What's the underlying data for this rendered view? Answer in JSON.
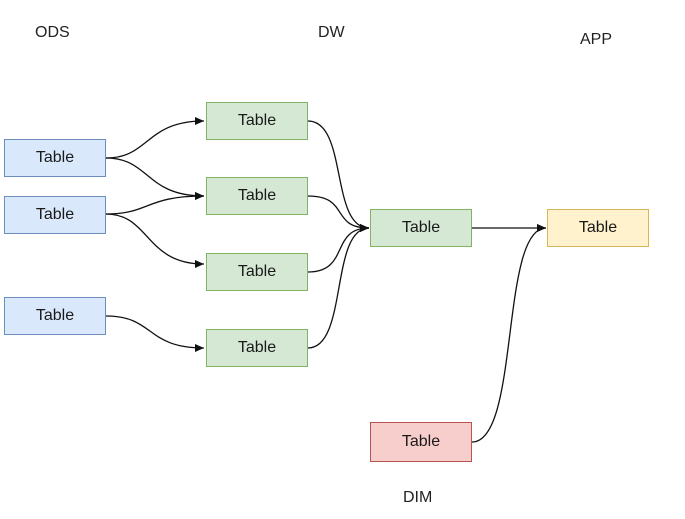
{
  "layers": {
    "ods": "ODS",
    "dw": "DW",
    "app": "APP",
    "dim": "DIM"
  },
  "nodes": {
    "ods_1": "Table",
    "ods_2": "Table",
    "ods_3": "Table",
    "dw_1": "Table",
    "dw_2": "Table",
    "dw_3": "Table",
    "dw_4": "Table",
    "dw_merged": "Table",
    "app_1": "Table",
    "dim_1": "Table"
  },
  "colors": {
    "ods_fill": "#dae8fc",
    "dw_fill": "#d5e8d4",
    "app_fill": "#fff2cc",
    "dim_fill": "#f8cecc",
    "edge": "#111111"
  },
  "edges": [
    {
      "from": "ods_1",
      "to": "dw_1"
    },
    {
      "from": "ods_1",
      "to": "dw_2"
    },
    {
      "from": "ods_2",
      "to": "dw_2"
    },
    {
      "from": "ods_2",
      "to": "dw_3"
    },
    {
      "from": "ods_3",
      "to": "dw_4"
    },
    {
      "from": "dw_1",
      "to": "dw_merged"
    },
    {
      "from": "dw_2",
      "to": "dw_merged"
    },
    {
      "from": "dw_3",
      "to": "dw_merged"
    },
    {
      "from": "dw_4",
      "to": "dw_merged"
    },
    {
      "from": "dw_merged",
      "to": "app_1"
    },
    {
      "from": "dim_1",
      "to": "app_1"
    }
  ]
}
